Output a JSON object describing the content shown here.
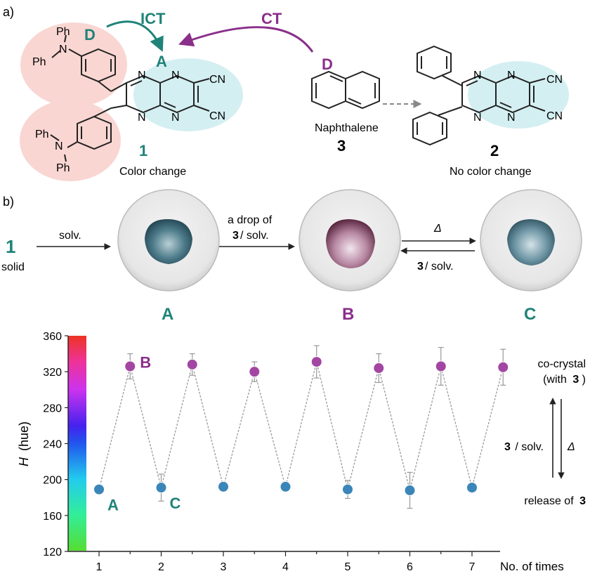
{
  "panel_a": {
    "label": "a)",
    "ict": "ICT",
    "ct": "CT",
    "donor": "D",
    "acceptor": "A",
    "ph": "Ph",
    "n": "N",
    "cn": "CN",
    "ring_n": "N",
    "compound1": {
      "number": "1",
      "caption": "Color change"
    },
    "naphthalene": {
      "name": "Naphthalene",
      "number": "3"
    },
    "compound2": {
      "number": "2",
      "caption": "No color change"
    }
  },
  "panel_b": {
    "label": "b)",
    "start_number": "1",
    "start_state": "solid",
    "step1": "solv.",
    "step2_line1": "a drop of",
    "step2_bold": "3",
    "step2_rest": "/ solv.",
    "heat": "Δ",
    "reverse_bold": "3",
    "reverse_rest": "/ solv.",
    "states": [
      "A",
      "B",
      "C"
    ],
    "colors": {
      "teal": "#1f8378",
      "purple": "#8a2f8a",
      "dish_teal": "#3c6b7a",
      "dish_purple": "#7a3f5c",
      "bg_pink": "#f9d6d2",
      "bg_cyan": "#d4eff2"
    }
  },
  "chart_data": {
    "type": "scatter",
    "x": [
      1,
      1.5,
      2,
      2.5,
      3,
      3.5,
      4,
      4.5,
      5,
      5.5,
      6,
      6.5,
      7,
      7.5
    ],
    "y": [
      189,
      326,
      191,
      328,
      192,
      320,
      192,
      331,
      189,
      324,
      188,
      326,
      191,
      325
    ],
    "error": [
      3,
      14,
      15,
      12,
      3,
      11,
      3,
      18,
      10,
      16,
      20,
      21,
      3,
      20
    ],
    "state": [
      "A",
      "B",
      "C",
      "B",
      "C",
      "B",
      "C",
      "B",
      "C",
      "B",
      "C",
      "B",
      "C",
      "B"
    ],
    "ylabel_italic": "H",
    "ylabel_rest": "(hue)",
    "xlabel": "No. of times",
    "ylim": [
      120,
      360
    ],
    "yticks": [
      120,
      160,
      200,
      240,
      280,
      320,
      360
    ],
    "xticks": [
      1,
      2,
      3,
      4,
      5,
      6,
      7
    ],
    "point_labels": [
      {
        "index": 0,
        "text": "A"
      },
      {
        "index": 1,
        "text": "B"
      },
      {
        "index": 2,
        "text": "C"
      }
    ],
    "colors": {
      "high": "#a346a3",
      "low": "#3a86b8",
      "line": "#9a9a9a"
    },
    "annotations": {
      "cocrystal_line1": "co-crystal",
      "cocrystal_line2_pre": "(with",
      "cocrystal_bold": "3",
      "cocrystal_post": ")",
      "up_bold": "3",
      "up_rest": "/ solv.",
      "down": "Δ",
      "release_pre": "release of",
      "release_bold": "3"
    }
  }
}
